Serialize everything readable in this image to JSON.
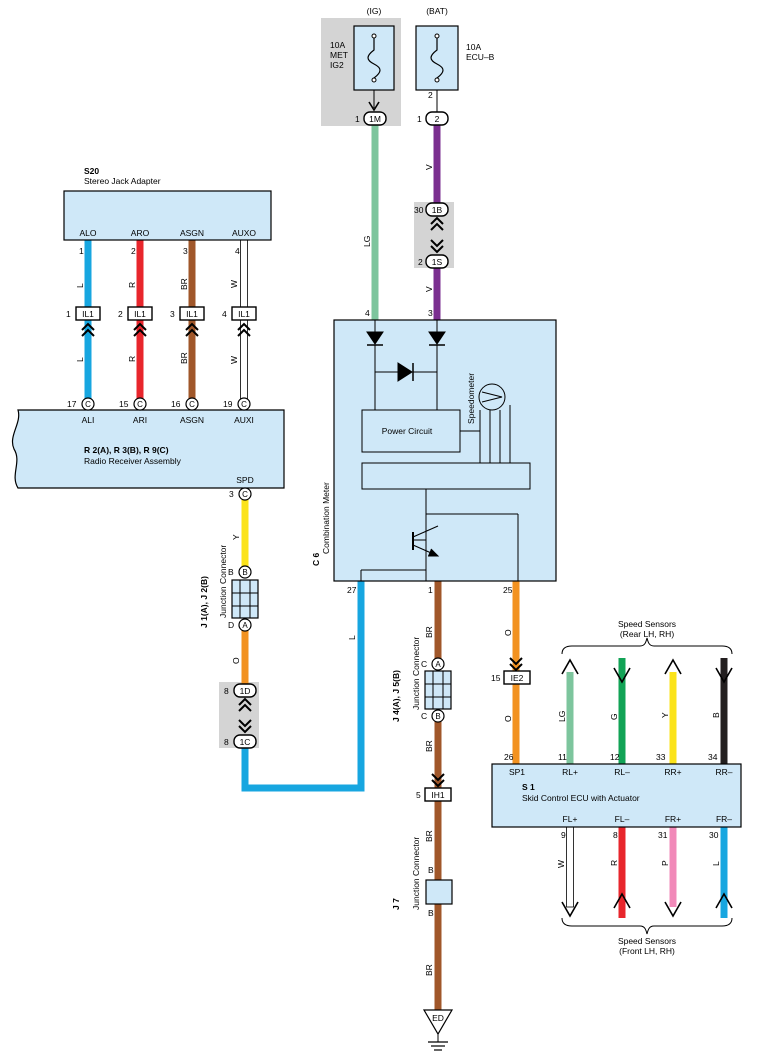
{
  "colors": {
    "component_fill": "#cfe8f8",
    "shade_fill": "#d4d4d4",
    "wire_LG": "#7dc59d",
    "wire_V": "#7b2f90",
    "wire_L": "#17a6e0",
    "wire_R": "#e8262c",
    "wire_BR": "#a0572a",
    "wire_W": "#ffffff",
    "wire_Y": "#fbe31a",
    "wire_O": "#f29221",
    "wire_G": "#12a356",
    "wire_B": "#231f20",
    "wire_P": "#f189b9"
  },
  "fuses": {
    "ig": {
      "supply": "(IG)",
      "rating": "10A",
      "name1": "MET",
      "name2": "IG2",
      "pin": "1",
      "connector": "1M"
    },
    "bat": {
      "supply": "(BAT)",
      "rating": "10A",
      "name1": "ECU–B",
      "pin_top": "2",
      "pin": "1",
      "connector": "2"
    }
  },
  "stereo_jack": {
    "code": "S20",
    "name": "Stereo Jack Adapter",
    "terminals": [
      {
        "label": "ALO",
        "pin": "1",
        "wire": "L"
      },
      {
        "label": "ARO",
        "pin": "2",
        "wire": "R"
      },
      {
        "label": "ASGN",
        "pin": "3",
        "wire": "BR"
      },
      {
        "label": "AUXO",
        "pin": "4",
        "wire": "W"
      }
    ]
  },
  "il1_connectors": [
    {
      "pin": "1",
      "name": "IL1",
      "wire_below": "L"
    },
    {
      "pin": "2",
      "name": "IL1",
      "wire_below": "R"
    },
    {
      "pin": "3",
      "name": "IL1",
      "wire_below": "BR"
    },
    {
      "pin": "4",
      "name": "IL1",
      "wire_below": "W"
    }
  ],
  "radio": {
    "code": "R 2(A), R 3(B), R 9(C)",
    "name": "Radio Receiver Assembly",
    "terminals": [
      {
        "pin": "17",
        "conn": "C",
        "label": "ALI"
      },
      {
        "pin": "15",
        "conn": "C",
        "label": "ARI"
      },
      {
        "pin": "16",
        "conn": "C",
        "label": "ASGN"
      },
      {
        "pin": "19",
        "conn": "C",
        "label": "AUXI"
      }
    ],
    "spd": {
      "label": "SPD",
      "pin": "3",
      "conn": "C"
    }
  },
  "combination_meter": {
    "code": "C 6",
    "name": "Combination Meter",
    "power_circuit": "Power Circuit",
    "speedometer": "Speedometer",
    "pins_top": [
      "4",
      "3"
    ],
    "pins_bottom": [
      "27",
      "1",
      "25"
    ]
  },
  "connector_1b_1s": {
    "pin_top": "30",
    "conn_top": "1B",
    "pin_bottom": "2",
    "conn_bottom": "1S"
  },
  "connector_1d_1c": {
    "pin_top": "8",
    "conn_top": "1D",
    "pin_bottom": "8",
    "conn_bottom": "1C"
  },
  "junction_j1_j2": {
    "code": "J 1(A), J 2(B)",
    "name": "Junction Connector",
    "top": "B",
    "bottom": "D",
    "bottom_conn": "A"
  },
  "junction_j4_j5": {
    "code": "J 4(A), J 5(B)",
    "name": "Junction Connector",
    "top": "C",
    "top_conn": "A",
    "bottom": "C",
    "bottom_conn": "B"
  },
  "junction_j7": {
    "code": "J 7",
    "name": "Junction Connector",
    "top": "B",
    "bottom": "B"
  },
  "ie2": {
    "pin": "15",
    "name": "IE2"
  },
  "ih1": {
    "pin": "5",
    "name": "IH1"
  },
  "ground": {
    "name": "ED"
  },
  "wire_labels": {
    "lg_upper": "LG",
    "v_upper": "V",
    "v_lower": "V",
    "y_radio": "Y",
    "o_j1": "O",
    "l_meter": "L",
    "br_meter": "BR",
    "br_mid": "BR",
    "br_j7_top": "BR",
    "br_j7_bottom": "BR",
    "o_meter": "O",
    "o_ecu": "O"
  },
  "skid_ecu": {
    "code": "S 1",
    "name": "Skid Control ECU with Actuator",
    "rear_label1": "Speed Sensors",
    "rear_label2": "(Rear LH,  RH)",
    "front_label1": "Speed Sensors",
    "front_label2": "(Front LH,  RH)",
    "sp1": {
      "pin": "26",
      "label": "SP1"
    },
    "rear": [
      {
        "pin": "11",
        "label": "RL+",
        "wire": "LG"
      },
      {
        "pin": "12",
        "label": "RL–",
        "wire": "G"
      },
      {
        "pin": "33",
        "label": "RR+",
        "wire": "Y"
      },
      {
        "pin": "34",
        "label": "RR–",
        "wire": "B"
      }
    ],
    "front": [
      {
        "pin": "9",
        "label": "FL+",
        "wire": "W"
      },
      {
        "pin": "8",
        "label": "FL–",
        "wire": "R"
      },
      {
        "pin": "31",
        "label": "FR+",
        "wire": "P"
      },
      {
        "pin": "30",
        "label": "FR–",
        "wire": "L"
      }
    ]
  }
}
